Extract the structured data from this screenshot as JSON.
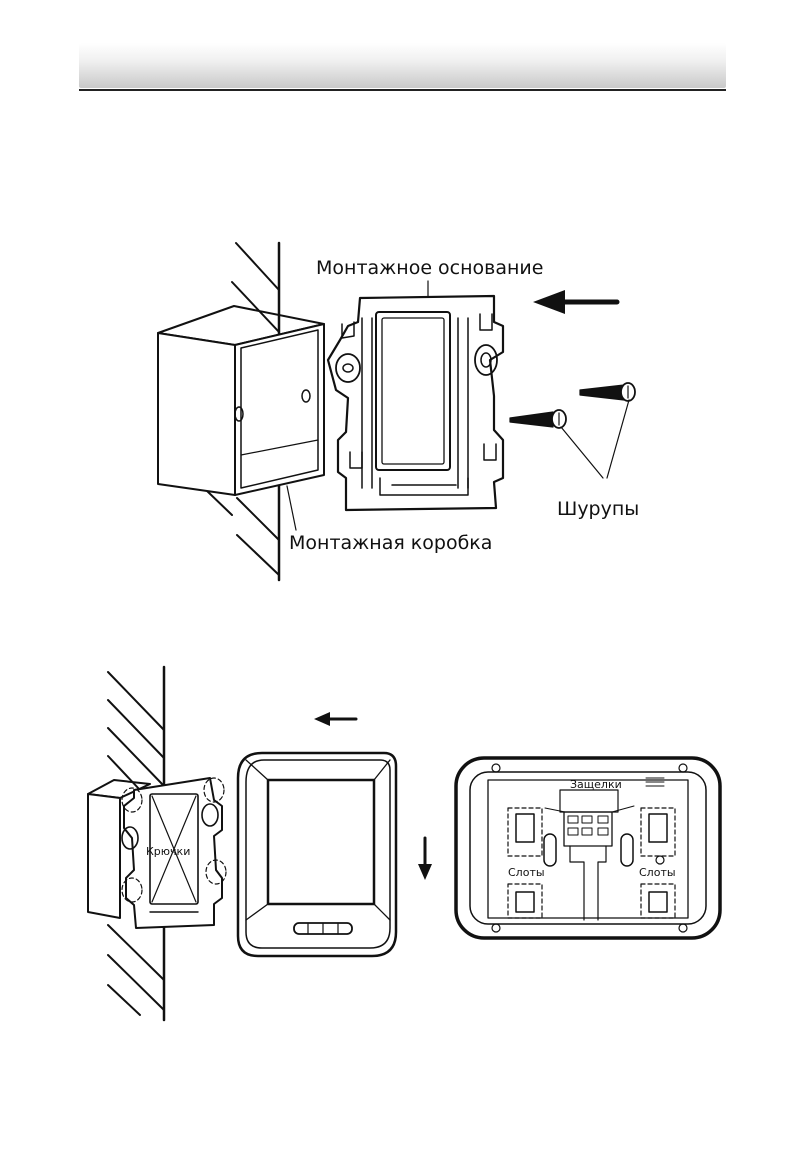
{
  "figure1": {
    "label_mounting_plate": "Монтажное основание",
    "label_screws": "Шурупы",
    "label_mounting_box": "Монтажная коробка"
  },
  "figure2": {
    "label_hooks": "Крючки",
    "label_latches": "Защелки",
    "label_slots_left": "Слоты",
    "label_slots_right": "Слоты"
  }
}
